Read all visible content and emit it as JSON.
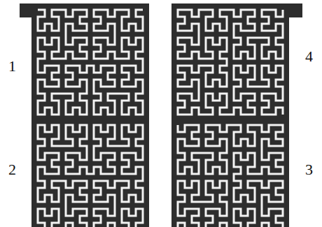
{
  "diagram": {
    "labels": [
      "1",
      "4",
      "2",
      "3"
    ]
  }
}
